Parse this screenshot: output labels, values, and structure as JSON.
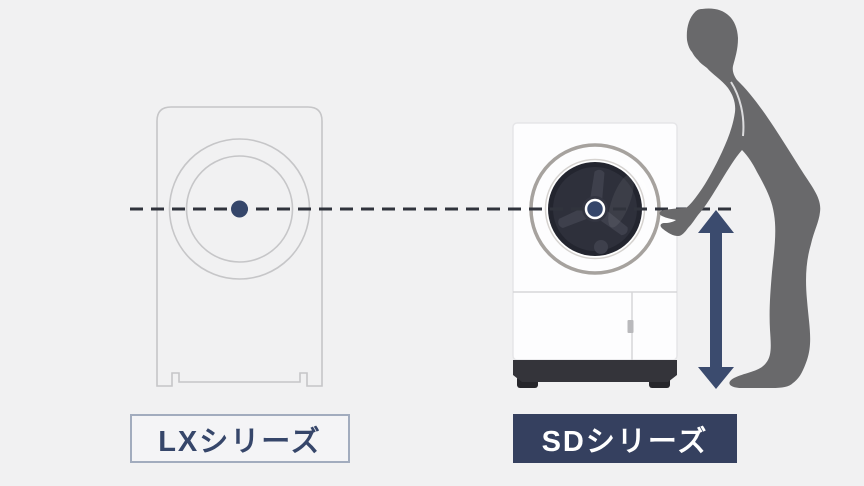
{
  "page": {
    "title": "Washer drum-height comparison diagram",
    "background": "#f1f1f2"
  },
  "colors": {
    "bg": "#f1f1f2",
    "lx-line": "#c6c6c8",
    "dash": "#30333c",
    "navy-dot": "#35466a",
    "sd-body": "#fdfdfe",
    "sd-edge": "#e6e6e8",
    "ring": "#a6a29e",
    "door-face": "#ffffff",
    "door-face-edge": "#d5d2cf",
    "drum-dark": "#23252f",
    "drum-mid": "#2e303b",
    "paddle": "#3e404c",
    "hub": "#333541",
    "seam": "#d6d6d8",
    "handle": "#b9b9bc",
    "base": "#34343a",
    "feet": "#26262b",
    "person": "#69696b",
    "arrow": "#3b4b6e",
    "lx-label-bg": "#f4f4f6",
    "lx-label-border": "#a2acbe",
    "lx-label-text": "#36466a",
    "sd-label-bg": "#35405f",
    "sd-label-text": "#ffffff"
  },
  "labels": {
    "lx": {
      "text": "LXシリーズ"
    },
    "sd": {
      "text": "SDシリーズ"
    }
  },
  "icons": {
    "lx-washer-outline-icon": "outlined front-load washer sketch with door circles",
    "sd-washer-icon": "realistic white front-load washer with dark drum",
    "door-center-dot-icon": "navy dot marking door center",
    "door-center-dashed-line-icon": "horizontal dashed line through both door centers",
    "person-silhouette-icon": "gray silhouette of a person bending to reach the washer door",
    "height-arrow-icon": "navy vertical double-headed arrow marking door height"
  }
}
